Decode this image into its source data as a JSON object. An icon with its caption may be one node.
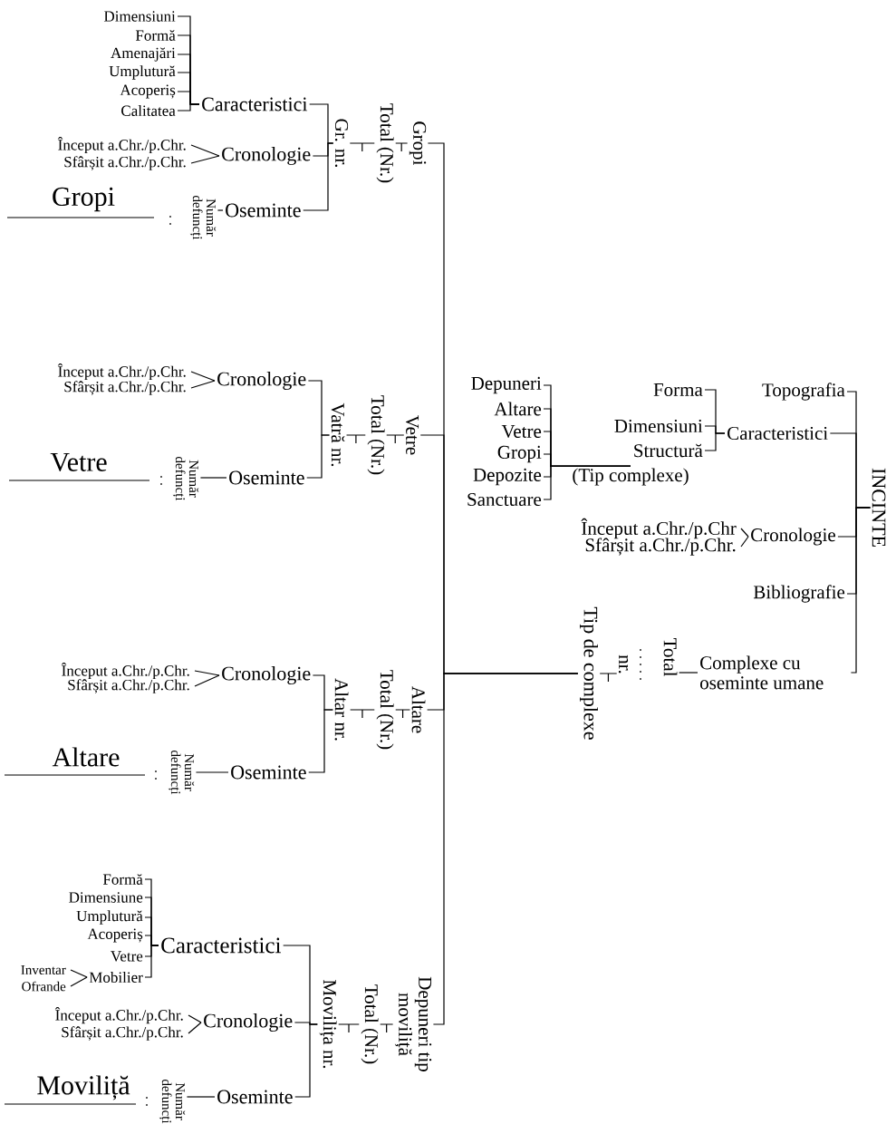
{
  "diagram": {
    "nodes": [
      {
        "text": [
          "Dimensiuni"
        ]
      },
      {
        "text": [
          "Formă"
        ]
      },
      {
        "text": [
          "Amenajări"
        ]
      },
      {
        "text": [
          "Umplutură"
        ]
      },
      {
        "text": [
          "Acoperiș"
        ]
      },
      {
        "text": [
          "Calitatea"
        ]
      },
      {
        "text": [
          "Caracteristici"
        ]
      },
      {
        "text": [
          "Început a.Chr./p.Chr."
        ]
      },
      {
        "text": [
          "Sfârșit a.Chr./p.Chr."
        ]
      },
      {
        "text": [
          "Cronologie"
        ]
      },
      {
        "text": [
          "Număr defuncți"
        ]
      },
      {
        "text": [
          "Oseminte"
        ]
      },
      {
        "text": [
          "Gr. nr."
        ]
      },
      {
        "text": [
          "Total (Nr.)"
        ]
      },
      {
        "text": [
          "Gropi"
        ]
      },
      {
        "text": [
          "Început a.Chr./p.Chr."
        ]
      },
      {
        "text": [
          "Sfârșit a.Chr./p.Chr."
        ]
      },
      {
        "text": [
          "Cronologie"
        ]
      },
      {
        "text": [
          "Număr defuncți"
        ]
      },
      {
        "text": [
          "Oseminte"
        ]
      },
      {
        "text": [
          "Vatră nr."
        ]
      },
      {
        "text": [
          "Total (Nr.)"
        ]
      },
      {
        "text": [
          "Vetre"
        ]
      },
      {
        "text": [
          "Depuneri"
        ]
      },
      {
        "text": [
          "Altare"
        ]
      },
      {
        "text": [
          "Vetre"
        ]
      },
      {
        "text": [
          "Gropi"
        ]
      },
      {
        "text": [
          "Depozite"
        ]
      },
      {
        "text": [
          "Sanctuare"
        ]
      },
      {
        "text": [
          "(Tip complexe)"
        ]
      },
      {
        "text": [
          "Forma"
        ]
      },
      {
        "text": [
          "Dimensiuni"
        ]
      },
      {
        "text": [
          "Structură"
        ]
      },
      {
        "text": [
          "Topografia"
        ]
      },
      {
        "text": [
          "Caracteristici"
        ]
      },
      {
        "text": [
          "Început a.Chr./p.Chr"
        ]
      },
      {
        "text": [
          "Sfârșit a.Chr./p.Chr."
        ]
      },
      {
        "text": [
          "Cronologie"
        ]
      },
      {
        "text": [
          "Bibliografie"
        ]
      },
      {
        "text": [
          "INCINTE"
        ]
      },
      {
        "text": [
          "Tip de complexe"
        ]
      },
      {
        "text": [
          "nr."
        ]
      },
      {
        "text": [
          "Total"
        ]
      },
      {
        "text": [
          "Complexe cu oseminte umane"
        ]
      },
      {
        "text": [
          "Început a.Chr./p.Chr."
        ]
      },
      {
        "text": [
          "Sfârșit a.Chr./p.Chr."
        ]
      },
      {
        "text": [
          "Cronologie"
        ]
      },
      {
        "text": [
          "Număr defuncți"
        ]
      },
      {
        "text": [
          "Oseminte"
        ]
      },
      {
        "text": [
          "Altar nr."
        ]
      },
      {
        "text": [
          "Total (Nr.)"
        ]
      },
      {
        "text": [
          "Altare"
        ]
      },
      {
        "text": [
          "Formă"
        ]
      },
      {
        "text": [
          "Dimensiune"
        ]
      },
      {
        "text": [
          "Umplutură"
        ]
      },
      {
        "text": [
          "Acoperiș"
        ]
      },
      {
        "text": [
          "Vetre"
        ]
      },
      {
        "text": [
          "Inventar"
        ]
      },
      {
        "text": [
          "Ofrande"
        ]
      },
      {
        "text": [
          "Mobilier"
        ]
      },
      {
        "text": [
          "Caracteristici"
        ]
      },
      {
        "text": [
          "Început a.Chr./p.Chr."
        ]
      },
      {
        "text": [
          "Sfârșit a.Chr./p.Chr."
        ]
      },
      {
        "text": [
          "Cronologie"
        ]
      },
      {
        "text": [
          "Număr defuncți"
        ]
      },
      {
        "text": [
          "Oseminte"
        ]
      },
      {
        "text": [
          "Movilița nr."
        ]
      },
      {
        "text": [
          "Total (Nr.)"
        ]
      },
      {
        "text": [
          "Depuneri tip moviliță"
        ]
      }
    ],
    "edges": [
      {
        "from": 0,
        "to": 6,
        "arrow": "none"
      },
      {
        "from": 1,
        "to": 6,
        "arrow": "none"
      },
      {
        "from": 2,
        "to": 6,
        "arrow": "none"
      },
      {
        "from": 3,
        "to": 6,
        "arrow": "none"
      },
      {
        "from": 4,
        "to": 6,
        "arrow": "none"
      },
      {
        "from": 5,
        "to": 6,
        "arrow": "none"
      },
      {
        "from": 7,
        "to": 9,
        "arrow": "none"
      },
      {
        "from": 8,
        "to": 9,
        "arrow": "none"
      },
      {
        "from": 10,
        "to": 11,
        "arrow": "none"
      },
      {
        "from": 6,
        "to": 12,
        "arrow": "none"
      },
      {
        "from": 9,
        "to": 12,
        "arrow": "none"
      },
      {
        "from": 11,
        "to": 12,
        "arrow": "none"
      },
      {
        "from": 12,
        "to": 13,
        "arrow": "none"
      },
      {
        "from": 13,
        "to": 14,
        "arrow": "none"
      },
      {
        "from": 14,
        "to": 40,
        "arrow": "none"
      },
      {
        "from": 15,
        "to": 17,
        "arrow": "none"
      },
      {
        "from": 16,
        "to": 17,
        "arrow": "none"
      },
      {
        "from": 18,
        "to": 19,
        "arrow": "none"
      },
      {
        "from": 17,
        "to": 20,
        "arrow": "none"
      },
      {
        "from": 19,
        "to": 20,
        "arrow": "none"
      },
      {
        "from": 20,
        "to": 21,
        "arrow": "none"
      },
      {
        "from": 21,
        "to": 22,
        "arrow": "none"
      },
      {
        "from": 22,
        "to": 40,
        "arrow": "none"
      },
      {
        "from": 23,
        "to": 29,
        "arrow": "none"
      },
      {
        "from": 24,
        "to": 29,
        "arrow": "none"
      },
      {
        "from": 25,
        "to": 29,
        "arrow": "none"
      },
      {
        "from": 26,
        "to": 29,
        "arrow": "none"
      },
      {
        "from": 27,
        "to": 29,
        "arrow": "none"
      },
      {
        "from": 28,
        "to": 29,
        "arrow": "none"
      },
      {
        "from": 30,
        "to": 34,
        "arrow": "none"
      },
      {
        "from": 31,
        "to": 34,
        "arrow": "none"
      },
      {
        "from": 32,
        "to": 34,
        "arrow": "none"
      },
      {
        "from": 35,
        "to": 37,
        "arrow": "none"
      },
      {
        "from": 36,
        "to": 37,
        "arrow": "none"
      },
      {
        "from": 33,
        "to": 39,
        "arrow": "none"
      },
      {
        "from": 34,
        "to": 39,
        "arrow": "none"
      },
      {
        "from": 37,
        "to": 39,
        "arrow": "none"
      },
      {
        "from": 38,
        "to": 39,
        "arrow": "none"
      },
      {
        "from": 43,
        "to": 39,
        "arrow": "none"
      },
      {
        "from": 40,
        "to": 41,
        "arrow": "none"
      },
      {
        "from": 42,
        "to": 43,
        "arrow": "none"
      },
      {
        "from": 44,
        "to": 46,
        "arrow": "none"
      },
      {
        "from": 45,
        "to": 46,
        "arrow": "none"
      },
      {
        "from": 47,
        "to": 48,
        "arrow": "none"
      },
      {
        "from": 46,
        "to": 49,
        "arrow": "none"
      },
      {
        "from": 48,
        "to": 49,
        "arrow": "none"
      },
      {
        "from": 49,
        "to": 50,
        "arrow": "none"
      },
      {
        "from": 50,
        "to": 51,
        "arrow": "none"
      },
      {
        "from": 51,
        "to": 40,
        "arrow": "none"
      },
      {
        "from": 52,
        "to": 60,
        "arrow": "none"
      },
      {
        "from": 53,
        "to": 60,
        "arrow": "none"
      },
      {
        "from": 54,
        "to": 60,
        "arrow": "none"
      },
      {
        "from": 55,
        "to": 60,
        "arrow": "none"
      },
      {
        "from": 56,
        "to": 60,
        "arrow": "none"
      },
      {
        "from": 59,
        "to": 60,
        "arrow": "none"
      },
      {
        "from": 57,
        "to": 59,
        "arrow": "none"
      },
      {
        "from": 58,
        "to": 59,
        "arrow": "none"
      },
      {
        "from": 60,
        "to": 66,
        "arrow": "none"
      },
      {
        "from": 63,
        "to": 66,
        "arrow": "none"
      },
      {
        "from": 65,
        "to": 66,
        "arrow": "none"
      },
      {
        "from": 61,
        "to": 63,
        "arrow": "none"
      },
      {
        "from": 62,
        "to": 63,
        "arrow": "none"
      },
      {
        "from": 66,
        "to": 67,
        "arrow": "none"
      },
      {
        "from": 67,
        "to": 68,
        "arrow": "none"
      },
      {
        "from": 68,
        "to": 40,
        "arrow": "none"
      },
      {
        "from": 64,
        "to": 65,
        "arrow": "none"
      }
    ],
    "labels": [
      "Gropi",
      "Vetre",
      "Altare",
      "Moviliță"
    ]
  }
}
